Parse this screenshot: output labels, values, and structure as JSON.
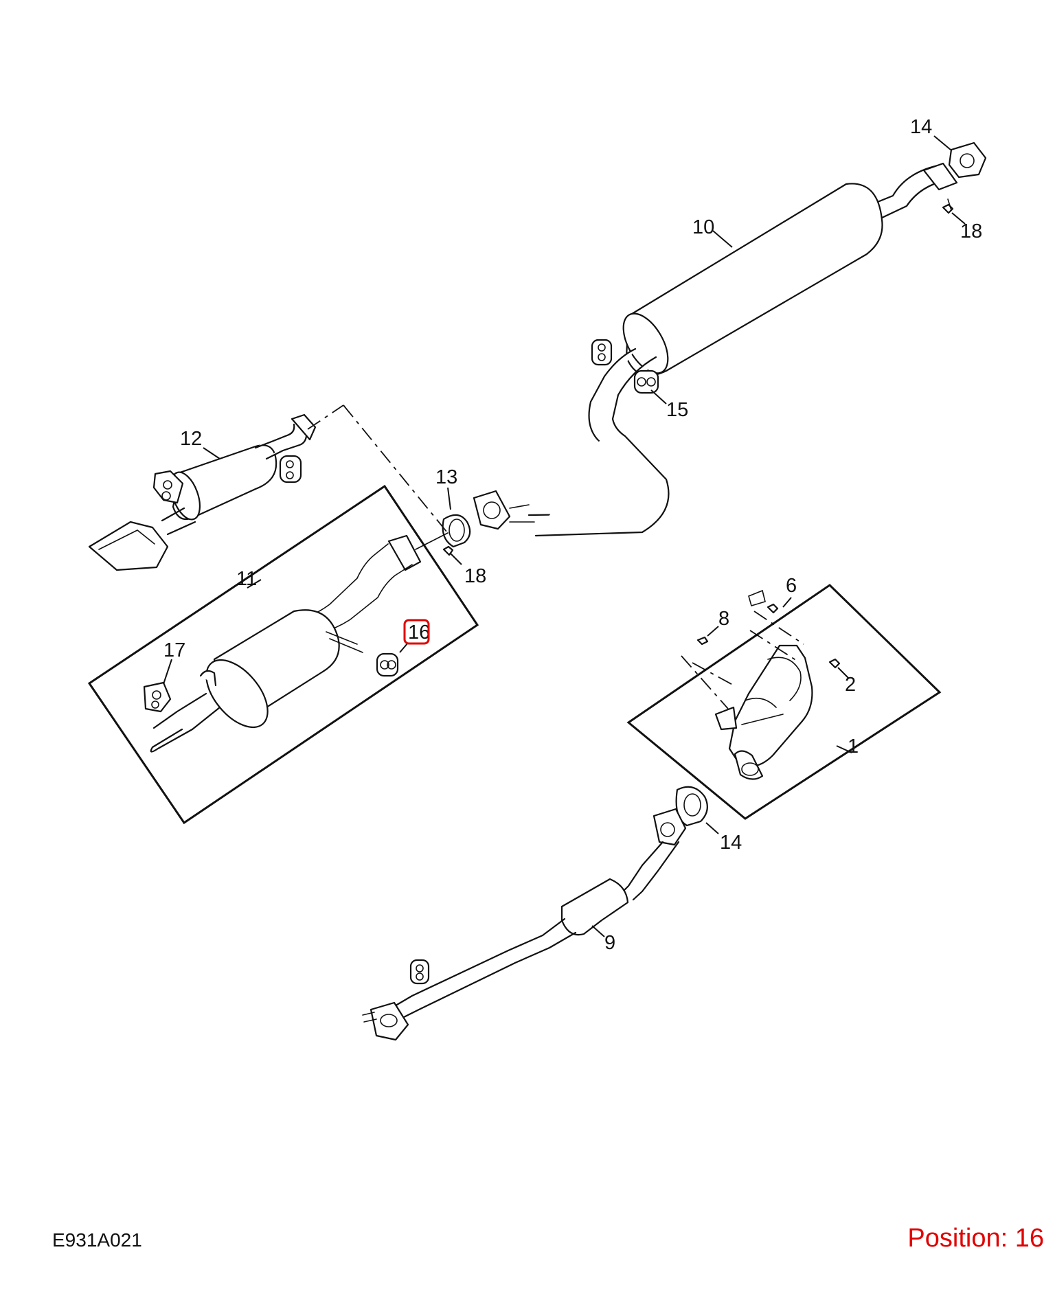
{
  "diagram_code": "E931A021",
  "position_label": "Position: 16",
  "highlight_color": "#e00000",
  "callouts": {
    "c1": "1",
    "c2": "2",
    "c6": "6",
    "c8": "8",
    "c9": "9",
    "c10": "10",
    "c11": "11",
    "c12": "12",
    "c13": "13",
    "c14a": "14",
    "c14b": "14",
    "c15": "15",
    "c16": "16",
    "c17": "17",
    "c18a": "18",
    "c18b": "18"
  }
}
